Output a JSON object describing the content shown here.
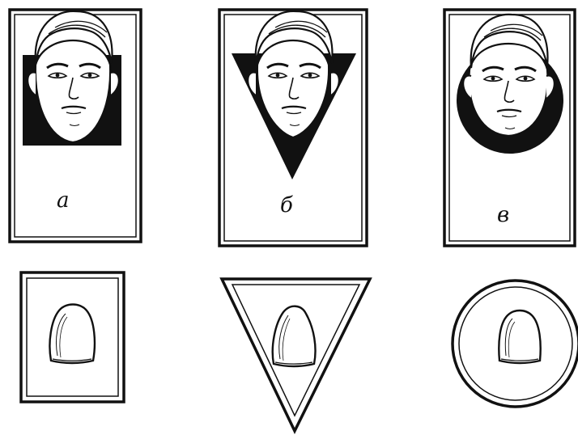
{
  "panels": [
    {
      "id": "a",
      "label": "а",
      "face_shape": "square",
      "face_variant": "oval-face"
    },
    {
      "id": "b",
      "label": "б",
      "face_shape": "triangle",
      "face_variant": "narrow-chin-face"
    },
    {
      "id": "v",
      "label": "в",
      "face_shape": "round",
      "face_variant": "full-round-face"
    }
  ],
  "tooth_frames": [
    {
      "id": "a",
      "frame_shape": "square",
      "tooth": "incisor-crown-square"
    },
    {
      "id": "b",
      "frame_shape": "triangle",
      "tooth": "incisor-crown-tapered"
    },
    {
      "id": "v",
      "frame_shape": "round",
      "tooth": "incisor-crown-rounded"
    }
  ],
  "colors": {
    "ink": "#111111",
    "paper": "#ffffff"
  }
}
